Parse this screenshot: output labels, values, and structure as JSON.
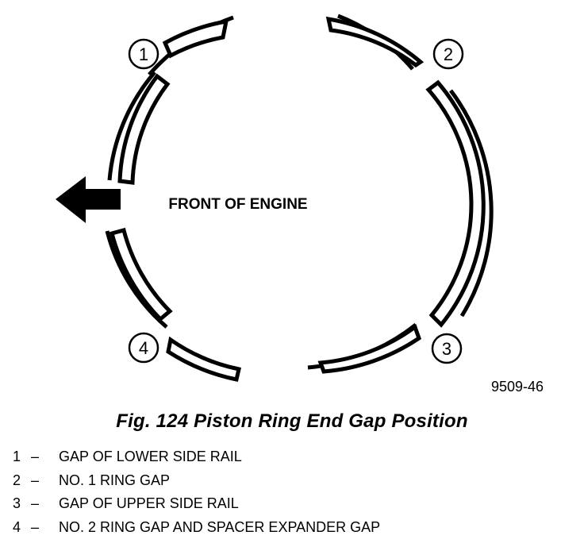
{
  "diagram": {
    "center_label": "FRONT OF ENGINE",
    "figure_code": "9509-46",
    "markers": [
      "1",
      "2",
      "3",
      "4"
    ]
  },
  "caption": "Fig. 124 Piston Ring End Gap Position",
  "legend": [
    {
      "num": "1",
      "sep": "–",
      "text": "GAP OF LOWER SIDE RAIL"
    },
    {
      "num": "2",
      "sep": "–",
      "text": "NO. 1 RING GAP"
    },
    {
      "num": "3",
      "sep": "–",
      "text": "GAP OF UPPER SIDE RAIL"
    },
    {
      "num": "4",
      "sep": "–",
      "text": "NO. 2 RING GAP AND SPACER EXPANDER GAP"
    }
  ],
  "colors": {
    "ink": "#000000",
    "paper": "#ffffff"
  }
}
